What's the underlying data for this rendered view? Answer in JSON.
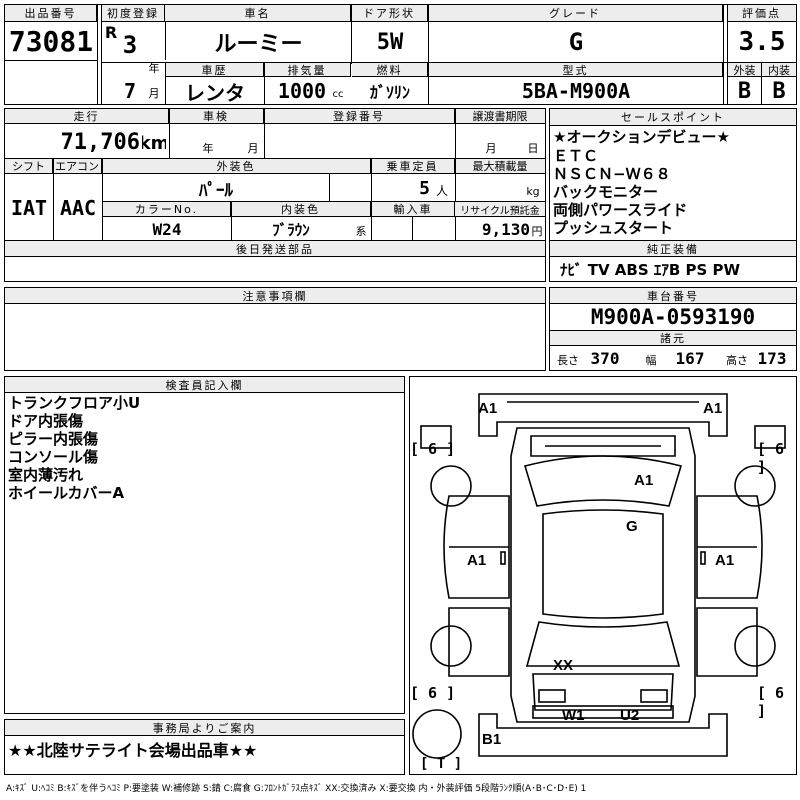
{
  "listing": {
    "lot_label": "出品番号",
    "lot_no": "73081",
    "first_reg_label": "初度登録",
    "era": "R",
    "reg_year": "3",
    "year_unit": "年",
    "reg_month": "7",
    "month_unit": "月",
    "name_label": "車名",
    "name": "ルーミー",
    "door_label": "ドア形状",
    "door": "5W",
    "grade_label": "グレード",
    "grade": "G",
    "score_label": "評価点",
    "score": "3.5",
    "ext_label": "外装",
    "ext": "B",
    "int_label": "内装",
    "int": "B",
    "history_label": "車歴",
    "history": "レンタ",
    "disp_label": "排気量",
    "disp": "1000",
    "disp_unit": "cc",
    "fuel_label": "燃料",
    "fuel": "ｶﾞｿﾘﾝ",
    "model_label": "型式",
    "model": "5BA-M900A"
  },
  "row2": {
    "mileage_label": "走行",
    "mileage": "71,706",
    "mileage_unit": "km",
    "inspection_label": "車検",
    "insp_year_unit": "年",
    "insp_month_unit": "月",
    "regno_label": "登録番号",
    "transfer_label": "譲渡書期限",
    "transfer_month": "月",
    "transfer_day": "日",
    "shift_label": "シフト",
    "shift": "IAT",
    "ac_label": "エアコン",
    "ac": "AAC",
    "color_label": "外装色",
    "color": "ﾊﾟｰﾙ",
    "capacity_label": "乗車定員",
    "capacity": "5",
    "capacity_unit": "人",
    "load_label": "最大積載量",
    "load_unit": "kg",
    "colorno_label": "カラーNo.",
    "colorno": "W24",
    "intcolor_label": "内装色",
    "intcolor": "ﾌﾞﾗｳﾝ",
    "intcolor_unit": "系",
    "import_label": "輸入車",
    "recycle_label": "リサイクル預託金",
    "recycle": "9,130",
    "recycle_unit": "円",
    "later_label": "後日発送部品"
  },
  "sales": {
    "label": "セールスポイント",
    "lines": [
      "★オークションデビュー★",
      "ＥＴＣ",
      "ＮＳＣＮ−Ｗ６８",
      "バックモニター",
      "両側パワースライド",
      "プッシュスタート"
    ]
  },
  "equipment": {
    "label": "純正装備",
    "value": "ﾅﾋﾞ TV ABS ｴｱB PS PW"
  },
  "notes": {
    "label": "注意事項欄"
  },
  "chassis": {
    "label": "車台番号",
    "value": "M900A-0593190"
  },
  "dims": {
    "label": "諸元",
    "len_label": "長さ",
    "len": "370",
    "wid_label": "幅",
    "wid": "167",
    "hgt_label": "高さ",
    "hgt": "173"
  },
  "inspector": {
    "label": "検査員記入欄",
    "lines": [
      "トランクフロア小U",
      "ドア内張傷",
      "ピラー内張傷",
      "コンソール傷",
      "室内薄汚れ",
      "ホイールカバーA"
    ]
  },
  "office": {
    "label": "事務局よりご案内",
    "value": "★★北陸サテライト会場出品車★★"
  },
  "diagram": {
    "front_left": "A1",
    "front_right": "A1",
    "hood": "A1",
    "roof": "G",
    "side_left": "A1",
    "side_right": "A1",
    "tail": "XX",
    "rear_left": "W1",
    "rear_right": "U2",
    "rear_bumper": "B1",
    "tire_fl": "[ 6 ]",
    "tire_fr": "[ 6 ]",
    "tire_rl": "[ 6 ]",
    "tire_rr": "[ 6 ]",
    "spare": "[ T ]"
  },
  "legend": "A:ｷｽﾞ U:ﾍｺﾐ B:ｷｽﾞを伴うﾍｺﾐ P:要塗装 W:補修跡 S:錆 C:腐食 G:ﾌﾛﾝﾄｶﾞﾗｽ点ｷｽﾞ XX:交換済み X:要交換 内・外装評価 5段階ﾗﾝｸ順(A･B･C･D･E) 1"
}
